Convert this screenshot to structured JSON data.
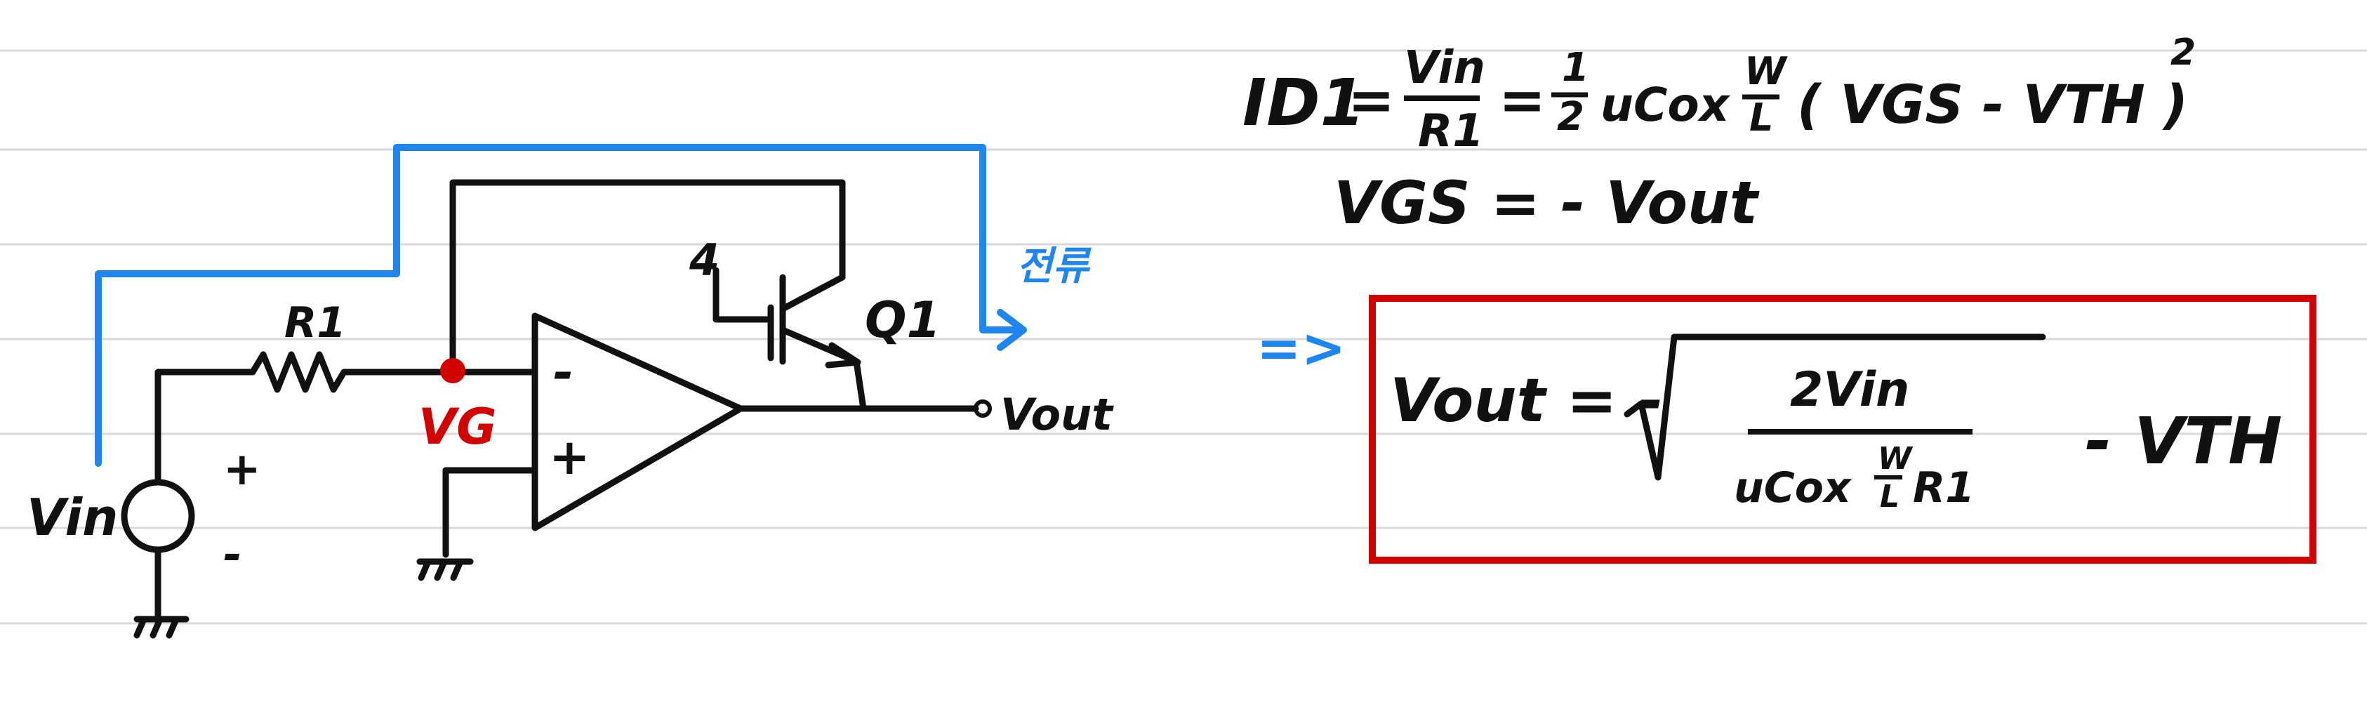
{
  "colors": {
    "ink": "#111111",
    "feedback_path": "#1e86f0",
    "node_highlight": "#d40000",
    "result_box": "#d40000",
    "ruled_line": "#d9d9d9"
  },
  "circuit": {
    "source_label": "Vin",
    "source_plus": "+",
    "source_minus": "-",
    "resistor_label": "R1",
    "node_label": "VG",
    "opamp_minus": "-",
    "opamp_plus": "+",
    "transistor_label": "Q1",
    "output_label": "Vout",
    "current_label": "전류",
    "gate_mark": "4"
  },
  "equations": {
    "id_lhs": "ID1",
    "eq1": "=",
    "frac1_num": "Vin",
    "frac1_den": "R1",
    "eq2": "=",
    "half_num": "1",
    "half_den": "2",
    "ucox": "uCox",
    "wl_num": "W",
    "wl_den": "L",
    "paren_expr": "( VGS - VTH )",
    "square": "2",
    "vgs_line": "VGS = - Vout",
    "arrow": "=>",
    "result_lhs": "Vout = -",
    "result_num": "2Vin",
    "result_den_a": "uCox",
    "result_den_w": "W",
    "result_den_l": "L",
    "result_den_r": "R1",
    "result_tail": "- VTH"
  }
}
